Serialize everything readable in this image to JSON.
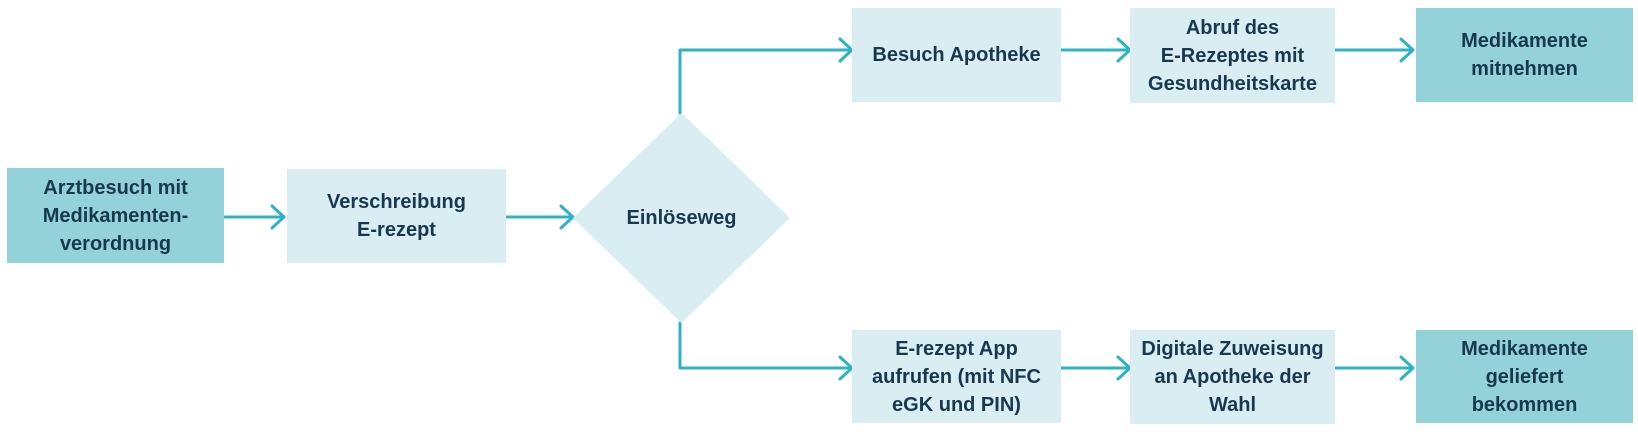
{
  "diagram": {
    "type": "flowchart",
    "language": "de",
    "colors": {
      "arrow": "#2db3c4",
      "node_highlight": "#94d2da",
      "node_default": "#d9edf2",
      "text": "#17384e",
      "background": "#ffffff"
    },
    "nodes": [
      {
        "id": "arztbesuch",
        "type": "start",
        "style": "highlight",
        "label": [
          "Arztbesuch mit",
          "Medikamenten-",
          "verordnung"
        ]
      },
      {
        "id": "verschreibung",
        "type": "process",
        "style": "default",
        "label": [
          "Verschreibung",
          "E-rezept"
        ]
      },
      {
        "id": "einloeseweg",
        "type": "decision",
        "style": "default",
        "label": [
          "Einlöseweg"
        ]
      },
      {
        "id": "besuch-apotheke",
        "type": "process",
        "style": "default",
        "label": [
          "Besuch Apotheke"
        ]
      },
      {
        "id": "abruf-e-rezept",
        "type": "process",
        "style": "default",
        "label": [
          "Abruf des",
          "E-Rezeptes mit",
          "Gesundheitskarte"
        ]
      },
      {
        "id": "medikamente-mitnehmen",
        "type": "end",
        "style": "highlight",
        "label": [
          "Medikamente",
          "mitnehmen"
        ]
      },
      {
        "id": "e-rezept-app",
        "type": "process",
        "style": "default",
        "label": [
          "E-rezept App",
          "aufrufen (mit NFC",
          "eGK und PIN)"
        ]
      },
      {
        "id": "digitale-zuweisung",
        "type": "process",
        "style": "default",
        "label": [
          "Digitale Zuweisung",
          "an Apotheke der",
          "Wahl"
        ]
      },
      {
        "id": "medikamente-geliefert",
        "type": "end",
        "style": "highlight",
        "label": [
          "Medikamente",
          "geliefert",
          "bekommen"
        ]
      }
    ],
    "edges": [
      {
        "from": "arztbesuch",
        "to": "verschreibung"
      },
      {
        "from": "verschreibung",
        "to": "einloeseweg"
      },
      {
        "from": "einloeseweg",
        "to": "besuch-apotheke"
      },
      {
        "from": "besuch-apotheke",
        "to": "abruf-e-rezept"
      },
      {
        "from": "abruf-e-rezept",
        "to": "medikamente-mitnehmen"
      },
      {
        "from": "einloeseweg",
        "to": "e-rezept-app"
      },
      {
        "from": "e-rezept-app",
        "to": "digitale-zuweisung"
      },
      {
        "from": "digitale-zuweisung",
        "to": "medikamente-geliefert"
      }
    ]
  }
}
